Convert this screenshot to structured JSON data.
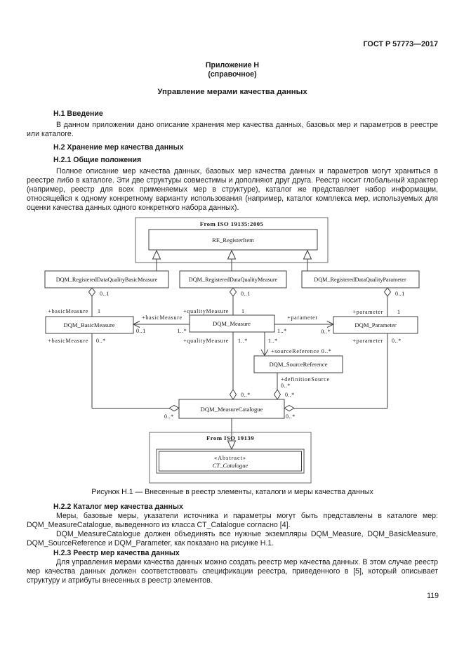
{
  "header": {
    "code": "ГОСТ Р 57773—2017"
  },
  "appendix": {
    "label": "Приложение Н",
    "note": "(справочное)"
  },
  "title": "Управление мерами качества данных",
  "sections": [
    {
      "heading": "Н.1 Введение",
      "paragraphs": [
        "В данном приложении дано описание хранения мер качества данных, базовых мер и параметров в реестре или каталоге."
      ]
    },
    {
      "heading": "Н.2 Хранение мер качества данных",
      "paragraphs": []
    },
    {
      "heading": "Н.2.1 Общие положения",
      "paragraphs": [
        "Полное описание мер качества данных, базовых мер качества данных и параметров могут храниться в реестре либо в каталоге. Эти две структуры совместимы и дополняют друг друга. Реестр носит глобальный характер (например, реестр для всех применяемых мер в структуре), каталог же представляет набор информации, относящейся к одному конкретному варианту использования (например, каталог комплекса мер, используемых для оценки качества данных одного конкретного набора данных)."
      ]
    },
    {
      "heading": "Н.2.2 Каталог мер качества данных",
      "paragraphs": [
        "Меры, базовые меры, указатели источника и параметры могут быть представлены в каталоге мер: DQM_MeasureCatalogue, выведенного из класса CT_Catalogue согласно [4].",
        "DQM_MeasureCatalogue должен объединять все нужные экземпляры DQM_Measure, DQM_BasicMeasure, DQM_SourceReference и DQM_Parameter, как показано на рисунке Н.1."
      ]
    },
    {
      "heading": "Н.2.3 Реестр мер качества данных",
      "paragraphs": [
        "Для управления мерами качества данных можно создать реестр мер качества данных. В этом случае реестр мер качества данных должен соответствовать спецификации реестра, приведенного в [5], который описывает структуру и атрибуты внесенных в реестр элементов."
      ]
    }
  ],
  "figure": {
    "caption": "Рисунок Н.1 — Внесенные в реестр элементы, каталоги и меры качества данных",
    "diagram": {
      "type": "uml-class-diagram",
      "package_top": "From ISO 19135:2005",
      "package_bottom": "From ISO 19139",
      "classes": {
        "re_register_item": "RE_RegisterItem",
        "reg_basic": "DQM_RegisteredDataQualityBasicMeasure",
        "reg_measure": "DQM_RegisteredDataQualityMeasure",
        "reg_parameter": "DQM_RegisteredDataQualityParameter",
        "basic_measure": "DQM_BasicMeasure",
        "measure": "DQM_Measure",
        "parameter": "DQM_Parameter",
        "source_reference": "DQM_SourceReference",
        "measure_catalogue": "DQM_MeasureCatalogue",
        "ct_stereotype": "«Abstract»",
        "ct_catalogue": "CT_Catalogue"
      },
      "labels": {
        "mult_0_1": "0..1",
        "mult_1": "1",
        "mult_1_star": "1..*",
        "mult_0_star": "0..*",
        "role_basic": "+basicMeasure",
        "role_quality": "+qualityMeasure",
        "role_parameter": "+parameter",
        "role_source_ref": "+sourceReference 0..*",
        "role_definition_source": "+definitionSource",
        "def_source_mult": "0..*"
      }
    }
  },
  "page_number": "119"
}
